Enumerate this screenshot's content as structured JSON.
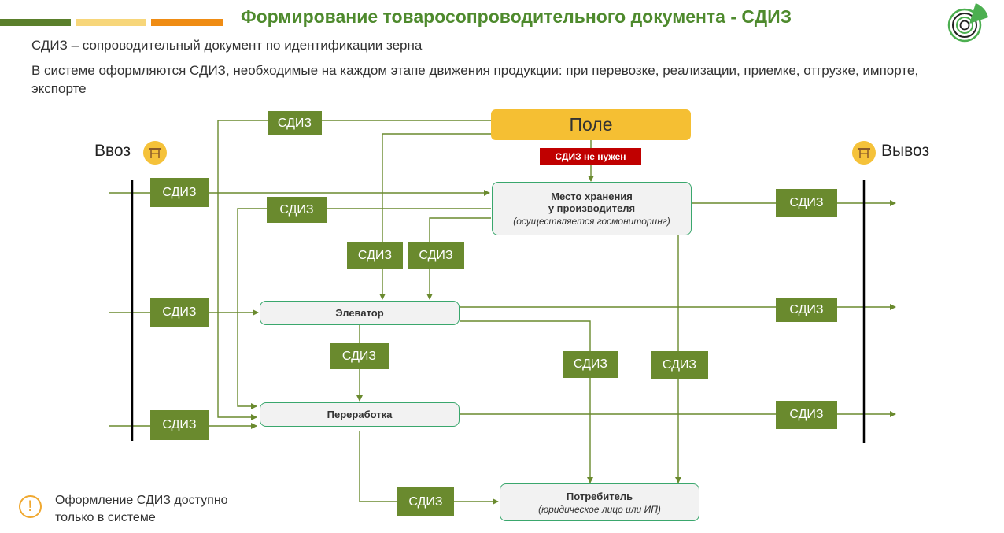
{
  "header": {
    "title": "Формирование товаросопроводительного документа - СДИЗ",
    "definition": "СДИЗ – сопроводительный документ по идентификации зерна",
    "description": "В системе оформляются СДИЗ, необходимые на каждом этапе движения продукции: при перевозке, реализации, приемке, отгрузке, импорте, экспорте",
    "accent_colors": [
      "#5a7f2b",
      "#f7d67a",
      "#ef8c14"
    ]
  },
  "diagram": {
    "import_label": "Ввоз",
    "export_label": "Вывоз",
    "doc_label": "СДИЗ",
    "no_doc_label": "СДИЗ не нужен",
    "nodes": {
      "field": "Поле",
      "storage_title_1": "Место хранения",
      "storage_title_2": "у производителя",
      "storage_note": "(осуществляется госмониторинг)",
      "elevator": "Элеватор",
      "processing": "Переработка",
      "consumer": "Потребитель",
      "consumer_note": "(юридическое лицо или ИП)"
    },
    "colors": {
      "doc_tag": "#6a8a2e",
      "line": "#6a8a2e",
      "field": "#f5bf33",
      "no_doc": "#c00000",
      "node_border": "#3aa76d"
    }
  },
  "note": {
    "line1": "Оформление СДИЗ доступно",
    "line2": "только в системе"
  }
}
